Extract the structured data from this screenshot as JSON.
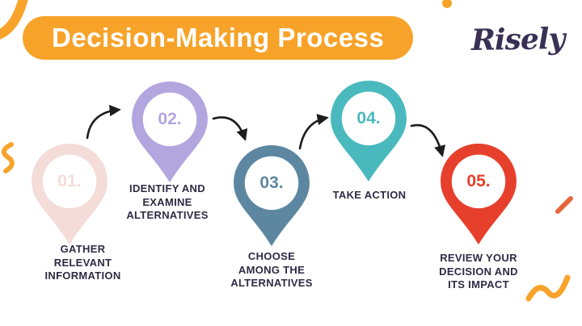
{
  "header": {
    "title": "Decision-Making Process",
    "banner_color": "#F7A329",
    "title_color": "#FFFFFF"
  },
  "brand": {
    "logo_text": "Risely",
    "color": "#3A3055"
  },
  "steps": [
    {
      "number": "01.",
      "label": "GATHER\nRELEVANT\nINFORMATION",
      "color": "#F4DCD9"
    },
    {
      "number": "02.",
      "label": "IDENTIFY AND\nEXAMINE\nALTERNATIVES",
      "color": "#B3A6DF"
    },
    {
      "number": "03.",
      "label": "CHOOSE\nAMONG THE\nALTERNATIVES",
      "color": "#5D87A1"
    },
    {
      "number": "04.",
      "label": "TAKE ACTION",
      "color": "#49B9BE"
    },
    {
      "number": "05.",
      "label": "REVIEW YOUR\nDECISION AND\nITS IMPACT",
      "color": "#E6402C"
    }
  ],
  "style": {
    "label_color": "#2E2B45",
    "arrow_color": "#1D1D1D",
    "decor_yellow": "#F7A329",
    "decor_orange": "#E8663B"
  }
}
